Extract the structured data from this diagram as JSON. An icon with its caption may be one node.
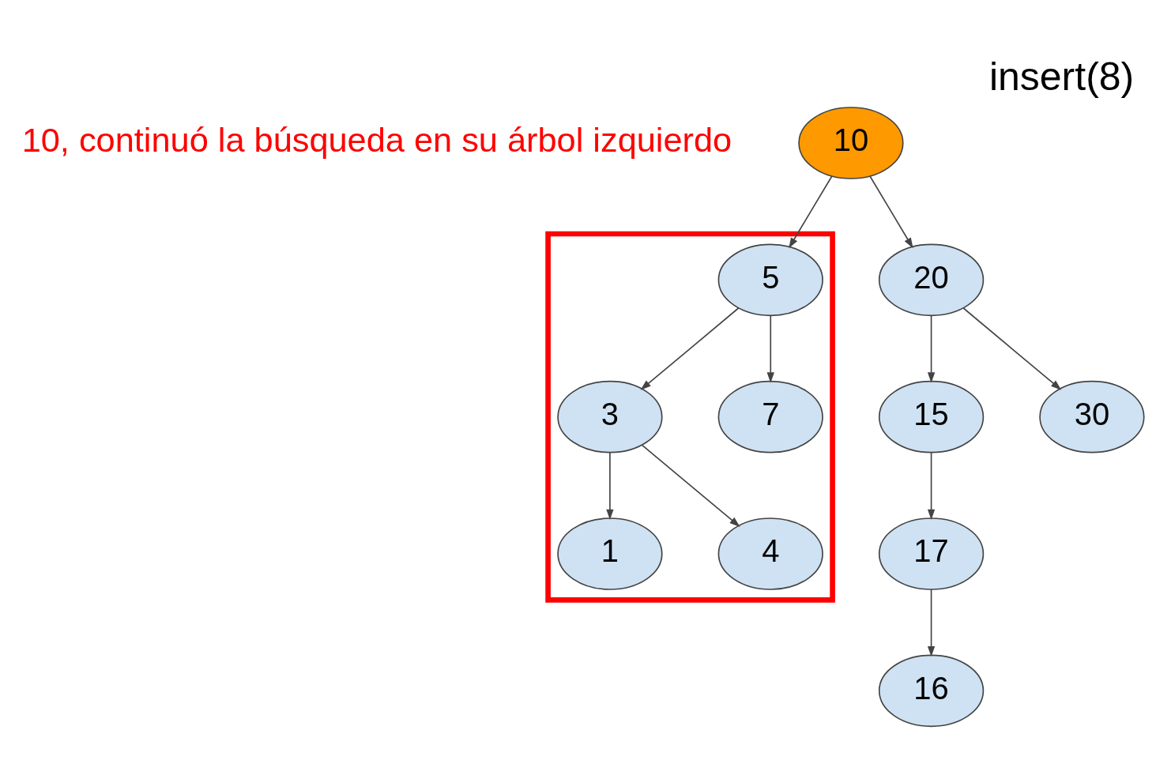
{
  "diagram": {
    "title": "insert(8)",
    "nodes": [
      {
        "text": [
          "10"
        ]
      },
      {
        "text": [],
        "shape": "box"
      },
      {
        "text": [
          "5"
        ],
        "in": 1
      },
      {
        "text": [
          "20"
        ]
      },
      {
        "text": [
          "3"
        ],
        "in": 1
      },
      {
        "text": [
          "7"
        ],
        "in": 1
      },
      {
        "text": [
          "15"
        ]
      },
      {
        "text": [
          "30"
        ]
      },
      {
        "text": [
          "1"
        ],
        "in": 1
      },
      {
        "text": [
          "4"
        ],
        "in": 1
      },
      {
        "text": [
          "17"
        ]
      },
      {
        "text": [
          "16"
        ]
      }
    ],
    "edges": [
      {
        "from": 0,
        "to": 2,
        "arrow": "to"
      },
      {
        "from": 0,
        "to": 3,
        "arrow": "to"
      },
      {
        "from": 2,
        "to": 4,
        "arrow": "to"
      },
      {
        "from": 2,
        "to": 5,
        "arrow": "to"
      },
      {
        "from": 3,
        "to": 6,
        "arrow": "to"
      },
      {
        "from": 3,
        "to": 7,
        "arrow": "to"
      },
      {
        "from": 4,
        "to": 8,
        "arrow": "to"
      },
      {
        "from": 4,
        "to": 9,
        "arrow": "to"
      },
      {
        "from": 6,
        "to": 10,
        "arrow": "to"
      },
      {
        "from": 10,
        "to": 11,
        "arrow": "to"
      }
    ],
    "labels": [
      "10, continuó la búsqueda en su árbol izquierdo"
    ]
  }
}
